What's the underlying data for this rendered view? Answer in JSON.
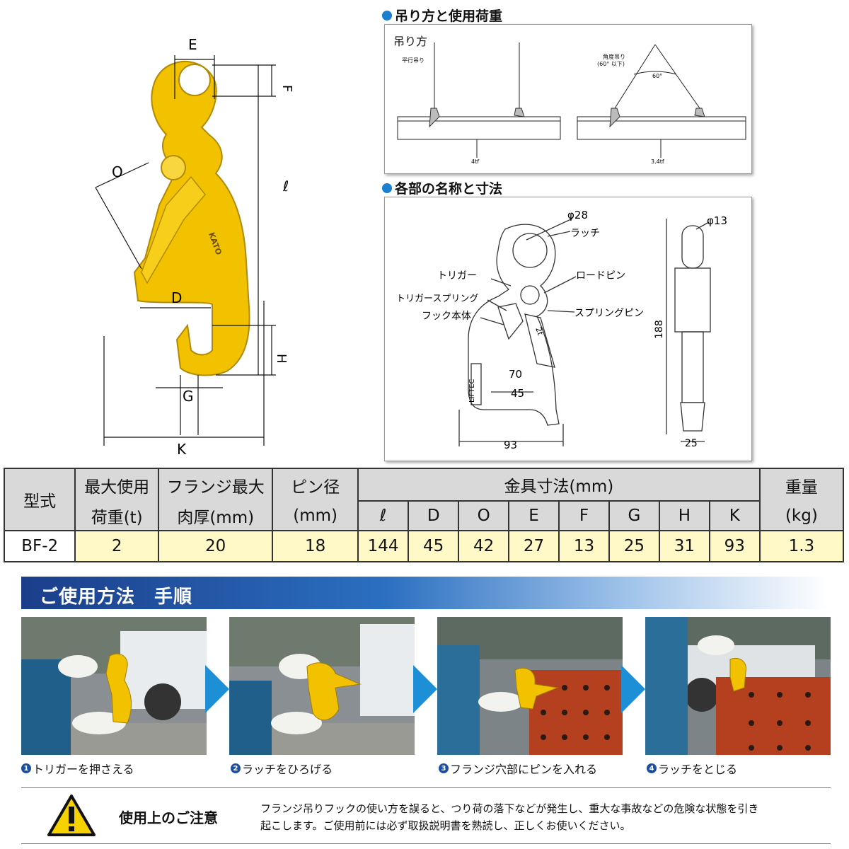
{
  "hook_dims": {
    "E": "E",
    "F": "F",
    "l": "ℓ",
    "O": "O",
    "D": "D",
    "H": "H",
    "G": "G",
    "K": "K",
    "brand": "KATO"
  },
  "section1": {
    "title": "吊り方と使用荷重",
    "panel_label": "吊り方",
    "left_label": "平行吊り",
    "right_label_1": "角度吊り",
    "right_label_2": "(60° 以下)",
    "angle": "60°",
    "left_load": "4tf",
    "right_load": "3.4tf"
  },
  "section2": {
    "title": "各部の名称と寸法",
    "phi28": "φ28",
    "latch": "ラッチ",
    "trigger": "トリガー",
    "load_pin": "ロードピン",
    "trigger_spring": "トリガースプリング",
    "spring_pin": "スプリングピン",
    "hook_body": "フック本体",
    "thk": "2t",
    "liftec": "LIFTEC",
    "d70": "70",
    "d45": "45",
    "d93": "93",
    "phi13": "φ13",
    "d188": "188",
    "d25": "25"
  },
  "table": {
    "headers": {
      "model": "型式",
      "max_load_1": "最大使用",
      "max_load_2": "荷重(t)",
      "flange_1": "フランジ最大",
      "flange_2": "肉厚(mm)",
      "pin_1": "ピン径",
      "pin_2": "(mm)",
      "dims": "金具寸法(mm)",
      "weight_1": "重量",
      "weight_2": "(kg)",
      "sub": [
        "ℓ",
        "D",
        "O",
        "E",
        "F",
        "G",
        "H",
        "K"
      ]
    },
    "row": {
      "model": "BF-2",
      "max_load": "2",
      "flange": "20",
      "pin": "18",
      "dims": [
        "144",
        "45",
        "42",
        "27",
        "13",
        "25",
        "31",
        "93"
      ],
      "weight": "1.3"
    }
  },
  "usage": {
    "title": "ご使用方法　手順",
    "steps": [
      {
        "num": "1",
        "text": "トリガーを押さえる"
      },
      {
        "num": "2",
        "text": "ラッチをひろげる"
      },
      {
        "num": "3",
        "text": "フランジ穴部にピンを入れる"
      },
      {
        "num": "4",
        "text": "ラッチをとじる"
      }
    ]
  },
  "caution": {
    "title": "使用上のご注意",
    "line1": "フランジ吊りフックの使い方を誤ると、つり荷の落下などが発生し、重大な事故などの危険な状態を引き",
    "line2": "起こします。ご使用前には必ず取扱説明書を熟読し、正しくお使いください。"
  },
  "colors": {
    "hook_yellow": "#f2c200",
    "accent_blue": "#1a7fd0",
    "table_header": "#d9d9d9",
    "table_row": "#fff9c8",
    "plate_red": "#b5401f"
  }
}
